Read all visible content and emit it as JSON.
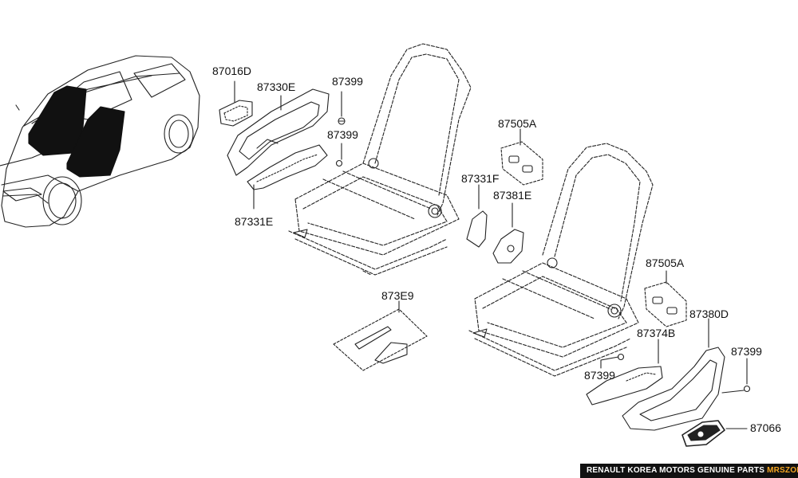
{
  "part_numbers": {
    "p87016D": "87016D",
    "p87330E": "87330E",
    "p87399_a": "87399",
    "p87399_b": "87399",
    "p87331E": "87331E",
    "p87505A_a": "87505A",
    "p87331F": "87331F",
    "p87381E": "87381E",
    "p873E9": "873E9",
    "p87505A_b": "87505A",
    "p87380D": "87380D",
    "p87374B": "87374B",
    "p87399_c": "87399",
    "p87399_d": "87399",
    "p87066": "87066"
  },
  "footer": {
    "text": "RENAULT KOREA MOTORS GENUINE PARTS ",
    "highlight": "MRSZONE"
  },
  "colors": {
    "highlight": "#f5a623",
    "footer_bg": "#111111"
  }
}
